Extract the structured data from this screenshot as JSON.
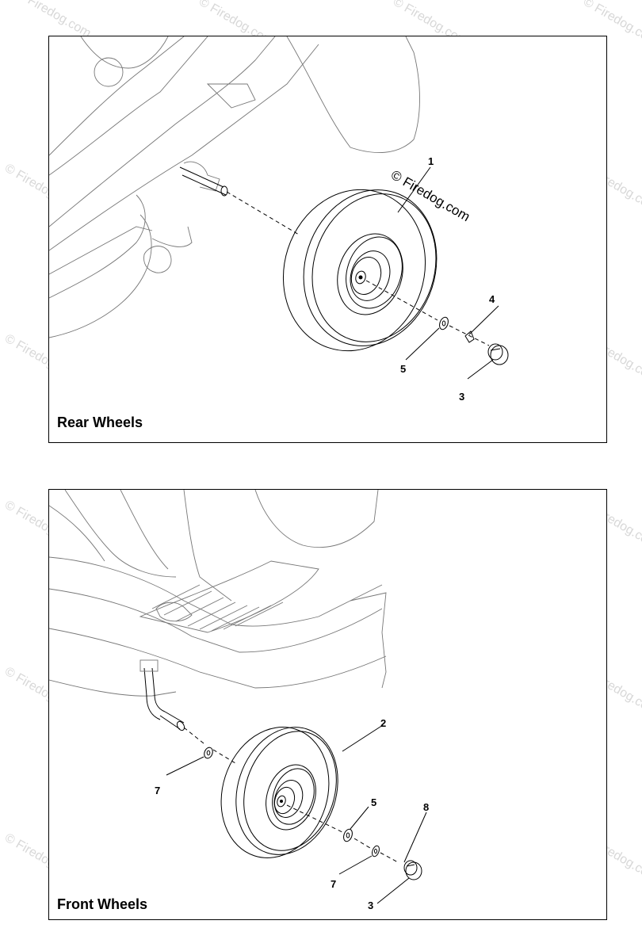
{
  "watermark": "© Firedog.com",
  "rear_panel": {
    "title": "Rear Wheels",
    "watermark_inside": "© Firedog.com",
    "callouts": [
      "1",
      "3",
      "4",
      "5"
    ]
  },
  "front_panel": {
    "title": "Front Wheels",
    "callouts": [
      "2",
      "3",
      "5",
      "7",
      "7",
      "8"
    ]
  }
}
